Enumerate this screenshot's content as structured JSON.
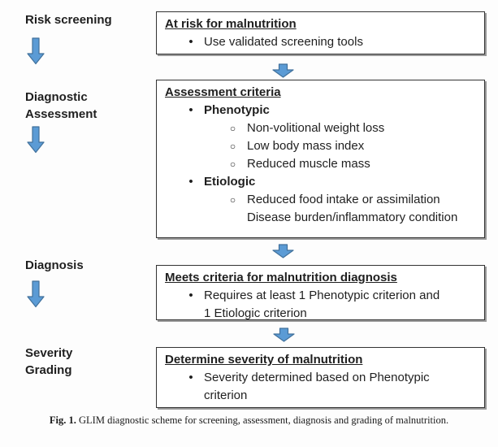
{
  "colors": {
    "arrow_fill": "#5b9bd5",
    "arrow_stroke": "#41719c",
    "box_border": "#333333",
    "box_shadow": "#9a9a9a",
    "text": "#1f1f1f",
    "background": "#fdfdfd"
  },
  "markers": {
    "bullet": "•",
    "circle": "○"
  },
  "stages": [
    {
      "label_lines": [
        "Risk screening"
      ],
      "box": {
        "title": "At risk for malnutrition",
        "items": [
          {
            "marker": "bullet",
            "bold": false,
            "text": "Use validated screening tools"
          }
        ]
      }
    },
    {
      "label_lines": [
        "Diagnostic",
        "Assessment"
      ],
      "box": {
        "title": "Assessment criteria",
        "items": [
          {
            "marker": "bullet",
            "bold": true,
            "text": "Phenotypic"
          },
          {
            "marker": "circle",
            "bold": false,
            "text": "Non-volitional weight loss"
          },
          {
            "marker": "circle",
            "bold": false,
            "text": "Low body mass index"
          },
          {
            "marker": "circle",
            "bold": false,
            "text": "Reduced muscle mass"
          },
          {
            "marker": "bullet",
            "bold": true,
            "text": "Etiologic"
          },
          {
            "marker": "circle",
            "bold": false,
            "text": "Reduced food intake or assimilation"
          },
          {
            "marker": "none",
            "bold": false,
            "text": "Disease burden/inflammatory condition"
          }
        ]
      }
    },
    {
      "label_lines": [
        "Diagnosis"
      ],
      "box": {
        "title": "Meets criteria for malnutrition diagnosis",
        "items": [
          {
            "marker": "bullet",
            "bold": false,
            "text": "Requires at least 1 Phenotypic criterion and"
          },
          {
            "marker": "none",
            "bold": false,
            "text": "1 Etiologic criterion"
          }
        ]
      }
    },
    {
      "label_lines": [
        "Severity",
        "Grading"
      ],
      "box": {
        "title": "Determine severity of malnutrition",
        "items": [
          {
            "marker": "bullet",
            "bold": false,
            "text": "Severity determined based on Phenotypic"
          },
          {
            "marker": "none",
            "bold": false,
            "text": "criterion"
          }
        ]
      }
    }
  ],
  "caption": {
    "label": "Fig. 1.",
    "text": "GLIM diagnostic scheme for screening, assessment, diagnosis and grading of malnutrition."
  }
}
